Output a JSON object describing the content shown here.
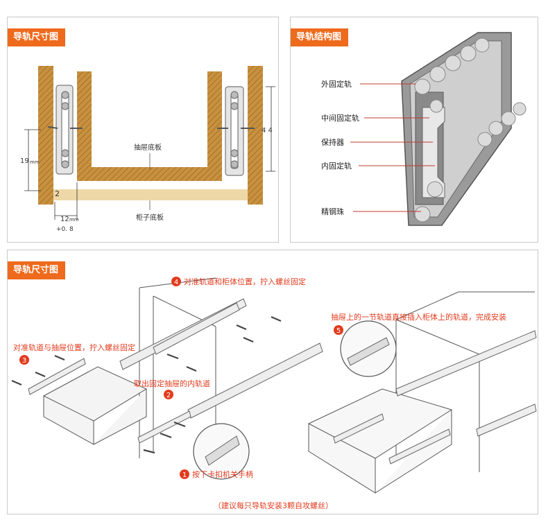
{
  "panels": {
    "dim_top": {
      "title": "导轨尺寸图"
    },
    "structure": {
      "title": "导轨结构图"
    },
    "install": {
      "title": "导轨尺寸图"
    }
  },
  "dim_diagram": {
    "drawer_bottom_label": "抽屉底板",
    "cabinet_bottom_label": "柜子底板",
    "dim_19": "19",
    "dim_19_unit": "mm",
    "dim_44": "4 4",
    "dim_2": "2",
    "dim_12": "12",
    "dim_12_unit": "mm",
    "dim_08": "+0. 8"
  },
  "structure_labels": {
    "outer_rail": "外固定轨",
    "middle_rail": "中间固定轨",
    "retainer": "保持器",
    "inner_rail": "内固定轨",
    "steel_ball": "精钢珠"
  },
  "steps": {
    "step1": {
      "num": "1",
      "text": "按下卡扣机关手柄"
    },
    "step2": {
      "num": "2",
      "text": "取出固定抽屉的内轨道"
    },
    "step3": {
      "num": "3",
      "text": "对准轨道与抽屉位置，拧入螺丝固定"
    },
    "step4": {
      "num": "4",
      "text": "对准轨道和柜体位置，拧入螺丝固定"
    },
    "step5": {
      "num": "5",
      "text": "抽屉上的一节轨道直接插入柜体上的轨道，完成安装"
    }
  },
  "footer_note": "（建议每只导轨安装3颗自攻螺丝）",
  "colors": {
    "accent": "#ee6a1c",
    "wood": "#c8913f",
    "board": "#efd8a8",
    "red": "#e23b1e"
  }
}
